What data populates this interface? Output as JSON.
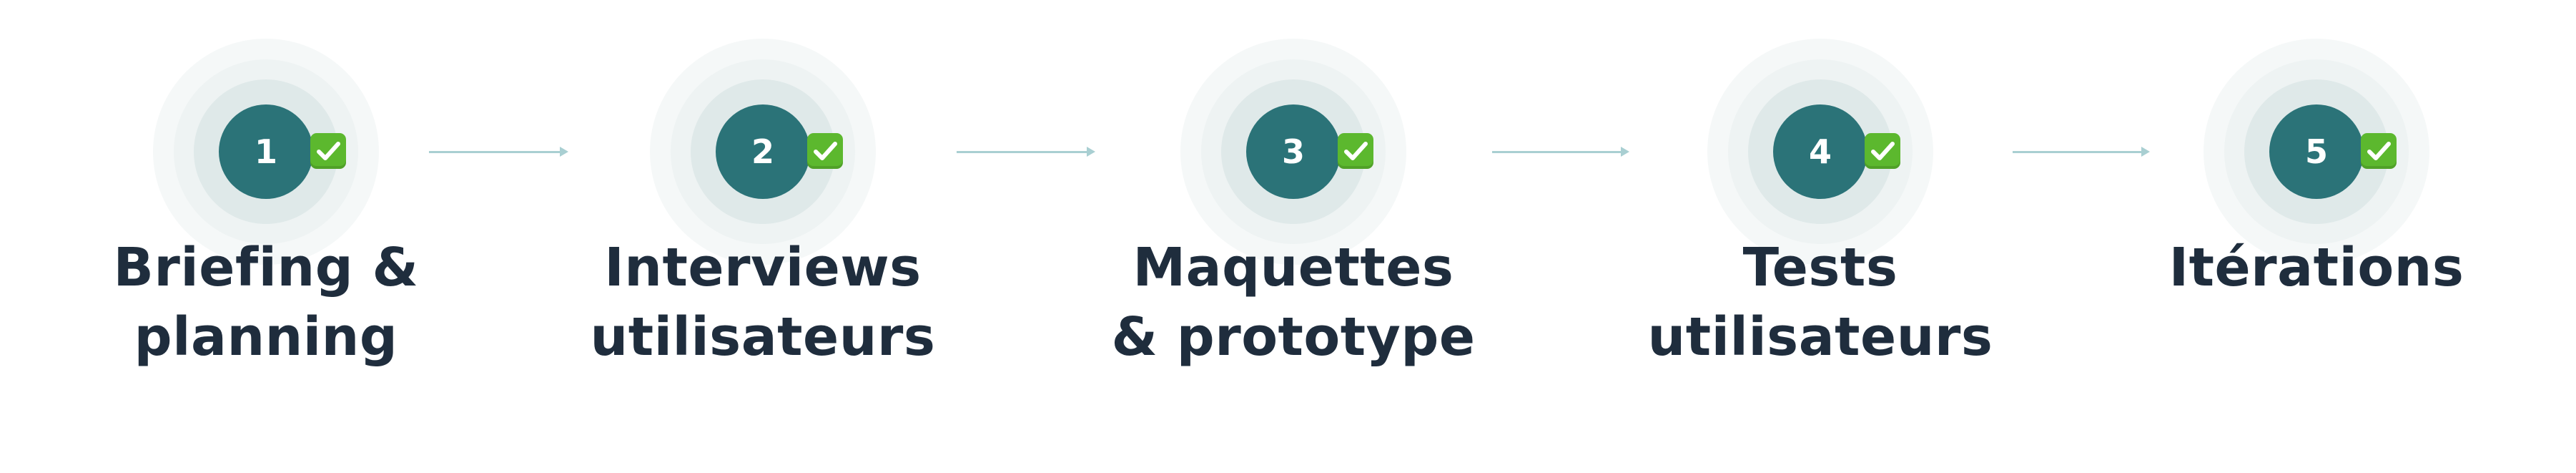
{
  "steps": [
    {
      "number": "1",
      "label_line1": "Briefing &",
      "label_line2": "planning",
      "status_icon": "check-mark-button-icon"
    },
    {
      "number": "2",
      "label_line1": "Interviews",
      "label_line2": "utilisateurs",
      "status_icon": "check-mark-button-icon"
    },
    {
      "number": "3",
      "label_line1": "Maquettes",
      "label_line2": "& prototype",
      "status_icon": "check-mark-button-icon"
    },
    {
      "number": "4",
      "label_line1": "Tests",
      "label_line2": "utilisateurs",
      "status_icon": "check-mark-button-icon"
    },
    {
      "number": "5",
      "label_line1": "Itérations",
      "label_line2": "",
      "status_icon": "check-mark-button-icon"
    }
  ],
  "colors": {
    "circle_fill": "#2b7378",
    "ring_inner": "#dfe9e9",
    "ring_middle": "#eef3f3",
    "ring_outer": "#f5f8f8",
    "label_text": "#1f2d3d",
    "connector": "#a9cfd2",
    "check_badge": "#5cb82e"
  }
}
